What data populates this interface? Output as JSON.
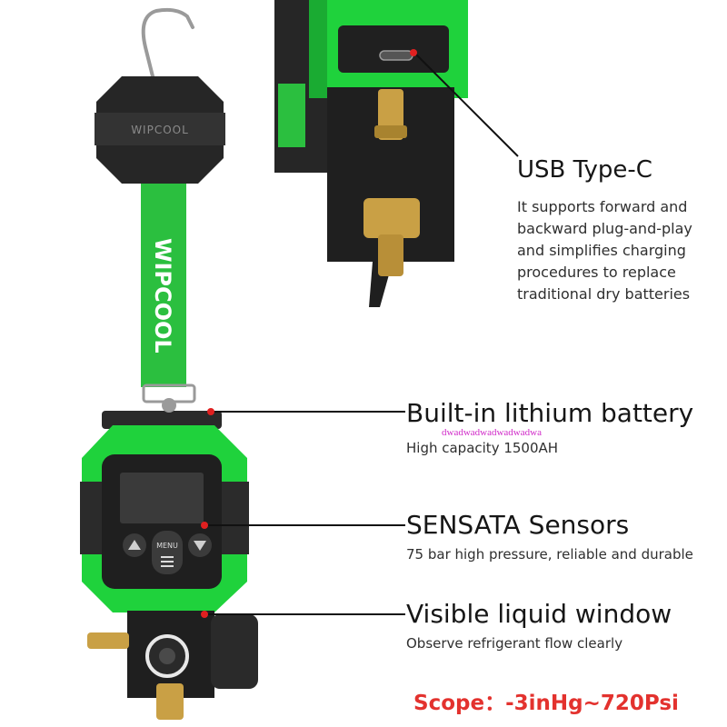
{
  "colors": {
    "housing_green": "#1fd23c",
    "strap_green": "#2bbf3f",
    "body_black": "#1f1f1f",
    "brass": "#c9a045",
    "lcd": "#3a3a3a",
    "scope_red": "#e3322e",
    "watermark_magenta": "#d028c8"
  },
  "icons": [
    "hook-icon",
    "usb-c-port-icon",
    "up-arrow-icon",
    "menu-icon",
    "down-arrow-icon"
  ],
  "brand": {
    "pod_logo": "WIPCOOL",
    "strap_text": "WIPCOOL"
  },
  "device": {
    "menu_label": "MENU"
  },
  "features": {
    "usb": {
      "title": "USB Type-C",
      "lines": [
        "It supports forward and",
        "backward plug-and-play",
        "and simplifies charging",
        "procedures to replace",
        "traditional dry batteries"
      ]
    },
    "battery": {
      "title": "Built-in lithium battery",
      "desc": "High capacity 1500AH"
    },
    "sensor": {
      "title": "SENSATA Sensors",
      "desc": "75 bar high pressure, reliable and durable"
    },
    "window": {
      "title": "Visible liquid window",
      "desc": "Observe refrigerant flow clearly"
    }
  },
  "watermark": "dwadwadwadwadwadwa",
  "scope": "Scope：-3inHg~720Psi"
}
